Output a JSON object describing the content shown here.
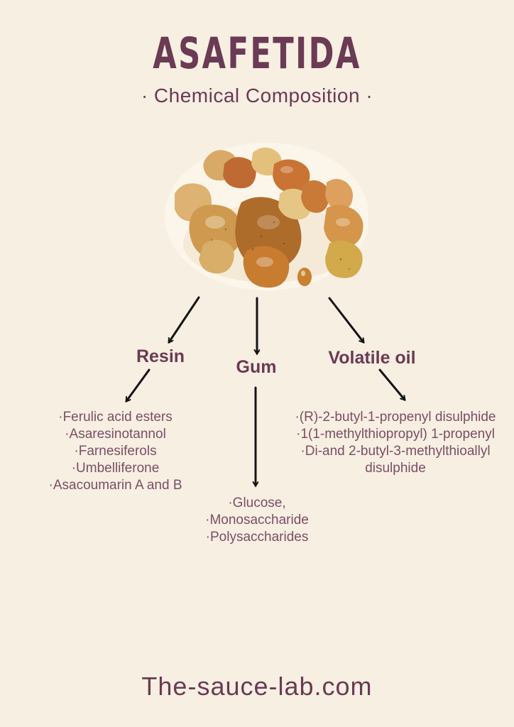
{
  "page": {
    "title": "ASAFETIDA",
    "subtitle": "· Chemical Composition ·",
    "footer": "The-sauce-lab.com"
  },
  "diagram": {
    "source_image": "asafetida-resin-chunks-photo",
    "branches": [
      {
        "label": "Resin",
        "items": [
          "·Ferulic acid esters",
          "·Asaresinotannol",
          "·Farnesiferols",
          "·Umbelliferone",
          "·Asacoumarin A and B"
        ]
      },
      {
        "label": "Gum",
        "items": [
          "·Glucose,",
          "·Monosaccharide",
          "·Polysaccharides"
        ]
      },
      {
        "label": "Volatile oil",
        "items": [
          "·(R)-2-butyl-1-propenyl disulphide",
          "·1(1-methylthiopropyl) 1-propenyl",
          "·Di-and 2-butyl-3-methylthioallyl disulphide"
        ]
      }
    ]
  },
  "colors": {
    "background": "#f7efe2",
    "title_text": "#6b3a54",
    "heading_text": "#6b3a54",
    "list_text": "#7b4e66",
    "footer_text": "#6b3a54",
    "arrow": "#141414",
    "resin_pale": "#e3c17d",
    "resin_amber": "#cf9a4f",
    "resin_dark_amber": "#ae6c2a",
    "resin_orange": "#c97434"
  }
}
